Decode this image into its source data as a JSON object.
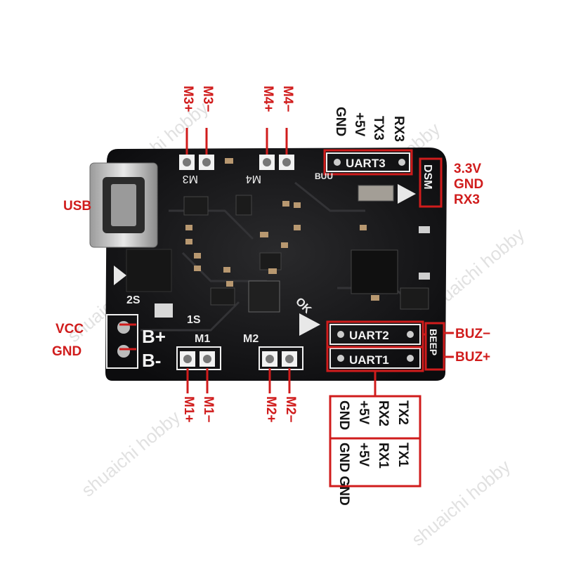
{
  "watermark": "shuaichi hobby",
  "board": {
    "silkscreen": {
      "uart3": "UART3",
      "uart2": "UART2",
      "uart1": "UART1",
      "dsm": "DSM",
      "beep": "BEEP",
      "m3": "M3",
      "m4": "M4",
      "m1": "M1",
      "m2": "M2",
      "bplus": "B+",
      "bminus": "B-",
      "s2": "2S",
      "s1": "1S",
      "buu": "BUU",
      "ok": "OK"
    }
  },
  "labels": {
    "usb": "USB",
    "vcc": "VCC",
    "gnd": "GND",
    "m3_plus": "M3+",
    "m3_minus": "M3−",
    "m4_plus": "M4+",
    "m4_minus": "M4−",
    "m1_plus": "M1+",
    "m1_minus": "M1−",
    "m2_plus": "M2+",
    "m2_minus": "M2−",
    "uart3_gnd": "GND",
    "uart3_5v": "+5V",
    "uart3_tx": "TX3",
    "uart3_rx": "RX3",
    "dsm_33v": "3.3V",
    "dsm_gnd": "GND",
    "dsm_rx": "RX3",
    "buz_minus": "BUZ−",
    "buz_plus": "BUZ+",
    "uart2_gnd": "GND",
    "uart2_5v": "+5V",
    "uart2_rx": "RX2",
    "uart2_tx": "TX2",
    "uart1_gnd": "GND GND",
    "uart1_5v": "+5V",
    "uart1_rx": "RX1",
    "uart1_tx": "TX1"
  }
}
